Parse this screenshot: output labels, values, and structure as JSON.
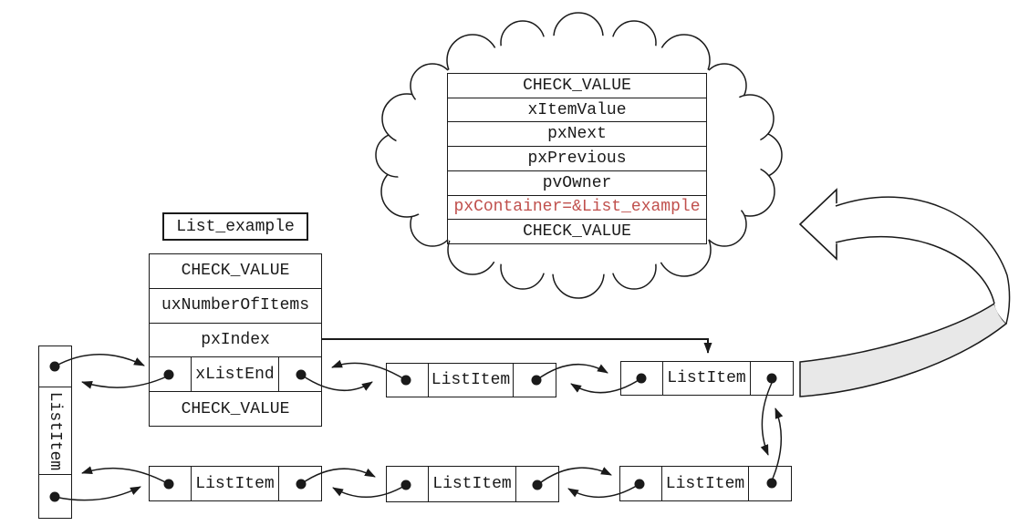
{
  "diagram": {
    "cloud_detail": {
      "rows": [
        "CHECK_VALUE",
        "xItemValue",
        "pxNext",
        "pxPrevious",
        "pvOwner",
        "pxContainer=&List_example",
        "CHECK_VALUE"
      ],
      "highlight_row_index": 5
    },
    "list_label": "List_example",
    "list_struct": {
      "rows": [
        "CHECK_VALUE",
        "uxNumberOfItems",
        "pxIndex",
        "xListEnd",
        "CHECK_VALUE"
      ]
    },
    "items": {
      "middle": [
        "ListItem",
        "ListItem"
      ],
      "bottom": [
        "ListItem",
        "ListItem",
        "ListItem"
      ],
      "vertical": "ListItem"
    },
    "colors": {
      "line": "#1a1a1a",
      "highlight_text": "#c0504d",
      "band_fill": "#e8e8e8",
      "background": "#ffffff"
    }
  }
}
